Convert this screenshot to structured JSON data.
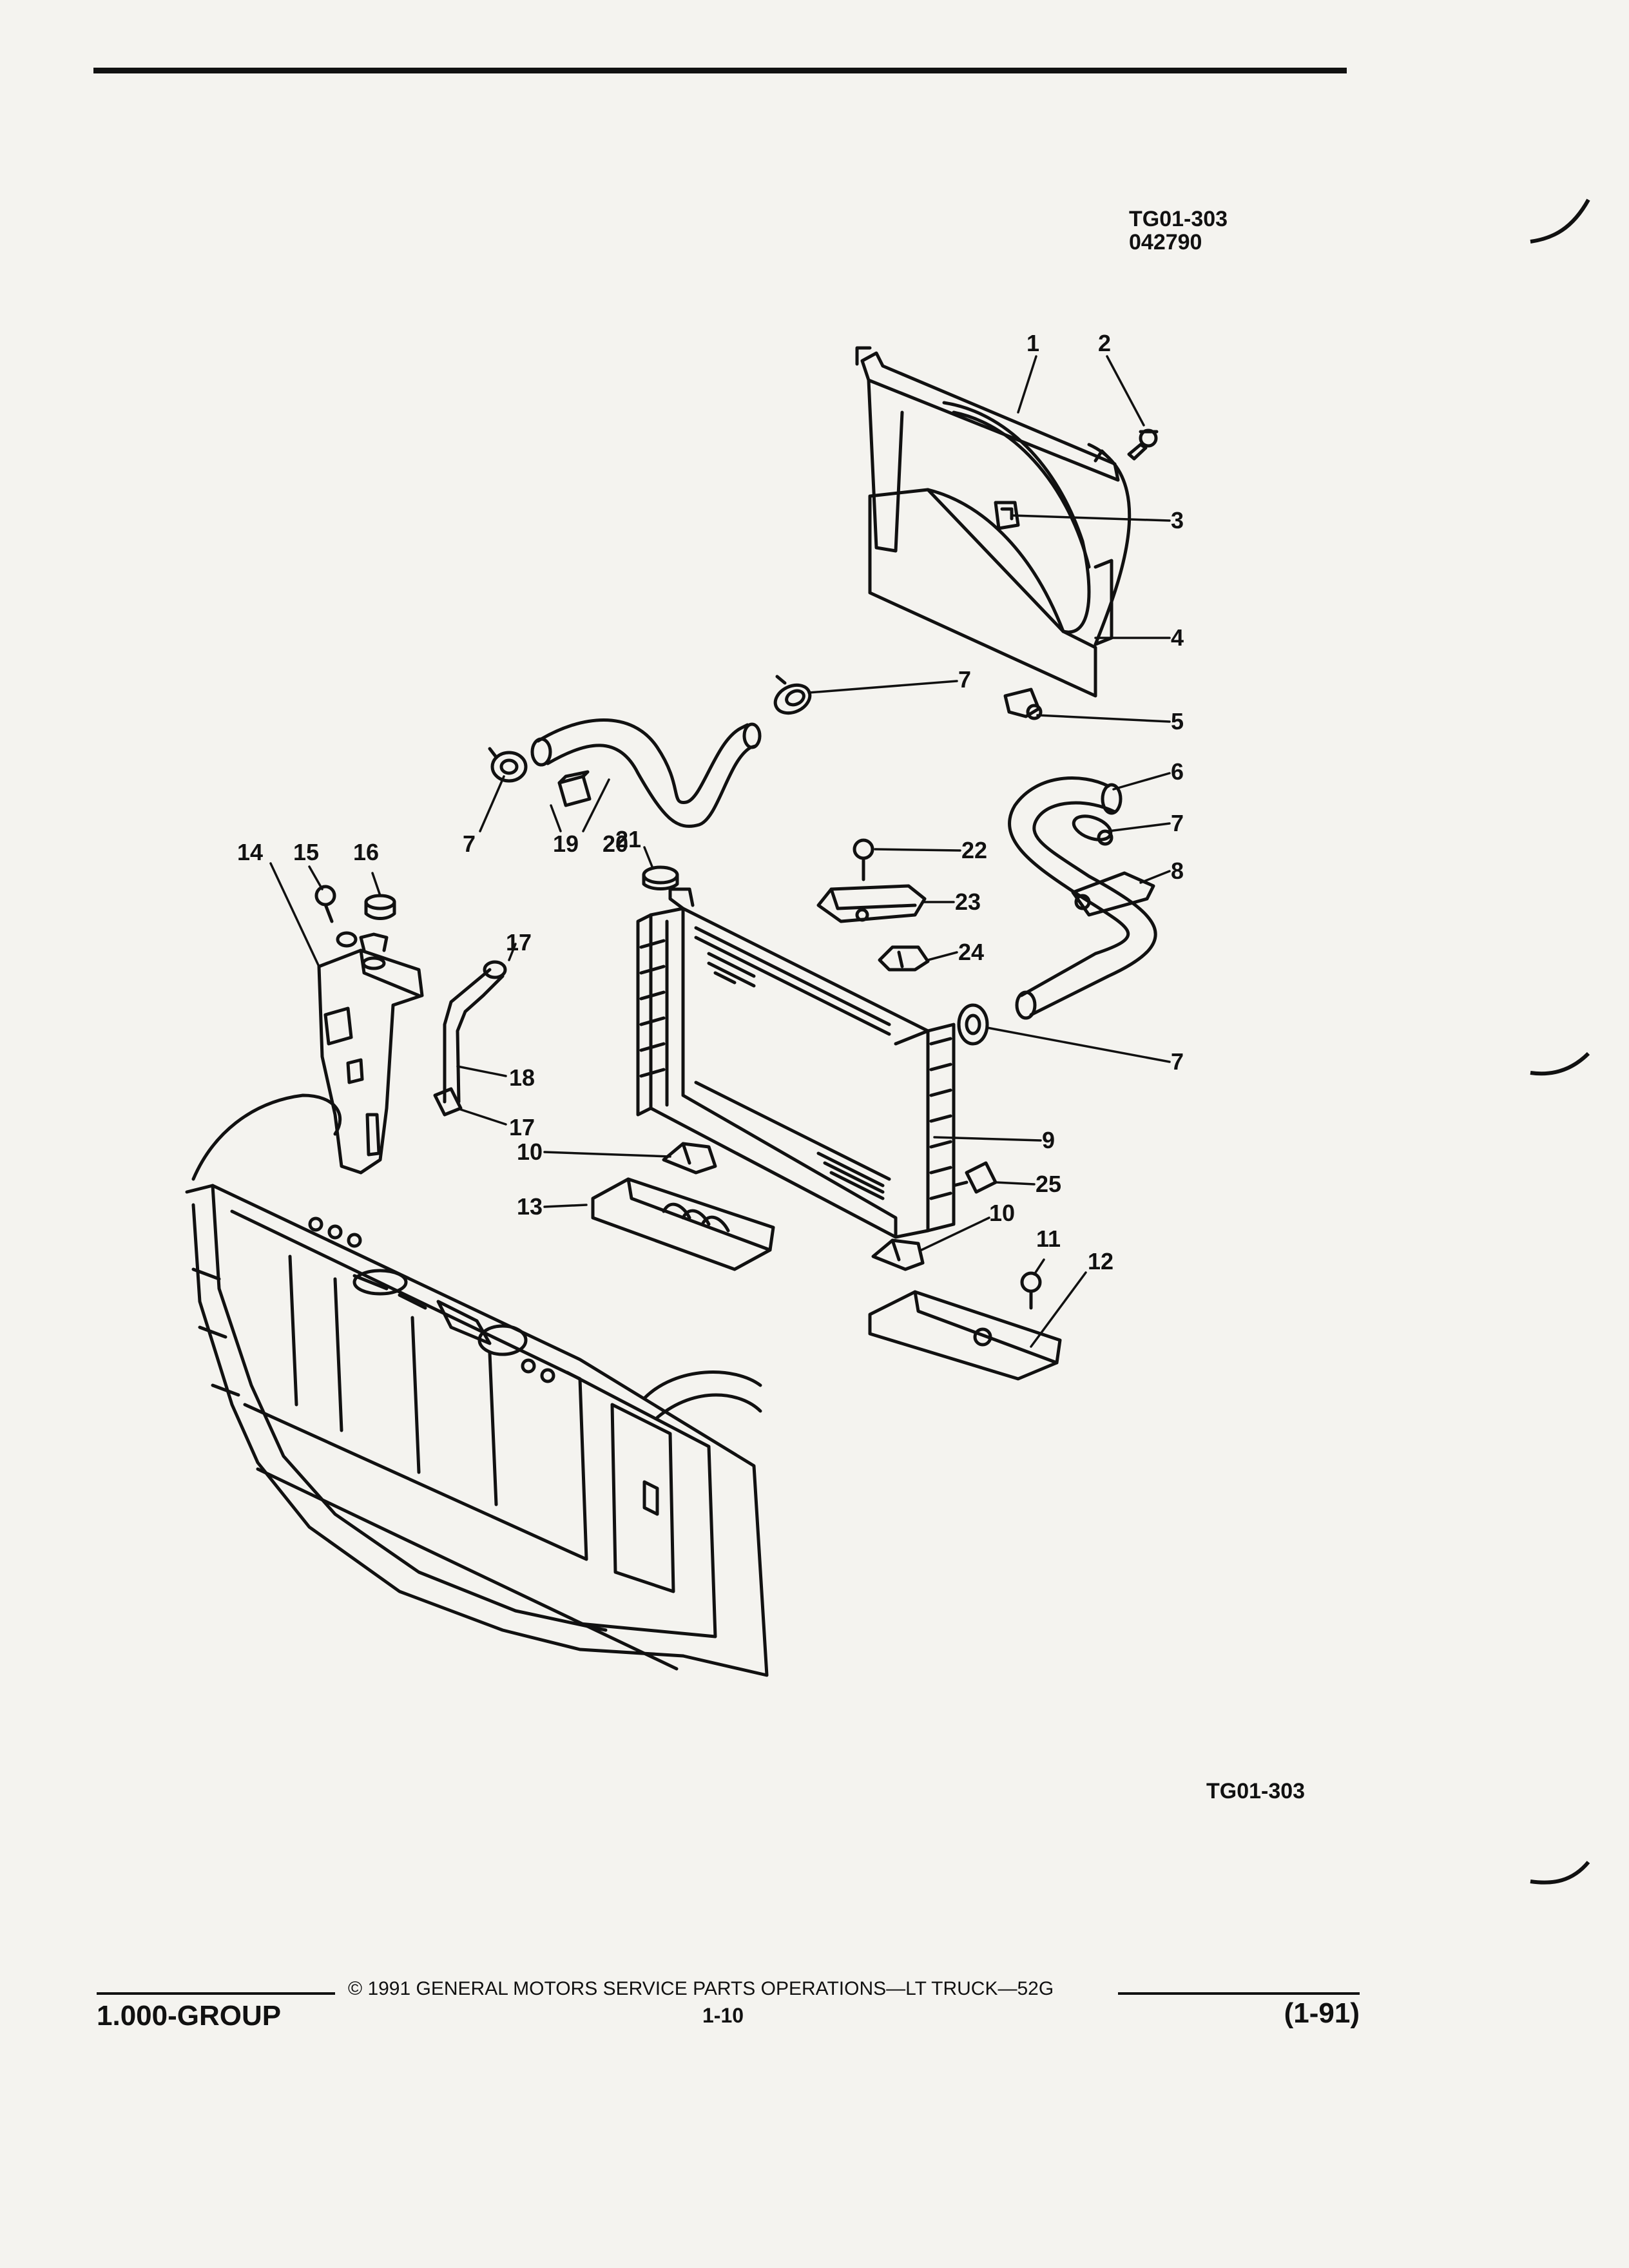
{
  "header": {
    "figure_code": "TG01-303",
    "date_code": "042790"
  },
  "diagram": {
    "figure_code_bottom": "TG01-303",
    "callouts": [
      "1",
      "2",
      "3",
      "4",
      "5",
      "6",
      "7",
      "8",
      "9",
      "10",
      "11",
      "12",
      "13",
      "14",
      "15",
      "16",
      "17",
      "18",
      "19",
      "20",
      "21",
      "22",
      "23",
      "24",
      "25"
    ]
  },
  "footer": {
    "group": "1.000-GROUP",
    "copyright": "© 1991 GENERAL MOTORS SERVICE PARTS OPERATIONS—LT TRUCK—52G",
    "page": "1-10",
    "revision": "(1-91)"
  }
}
